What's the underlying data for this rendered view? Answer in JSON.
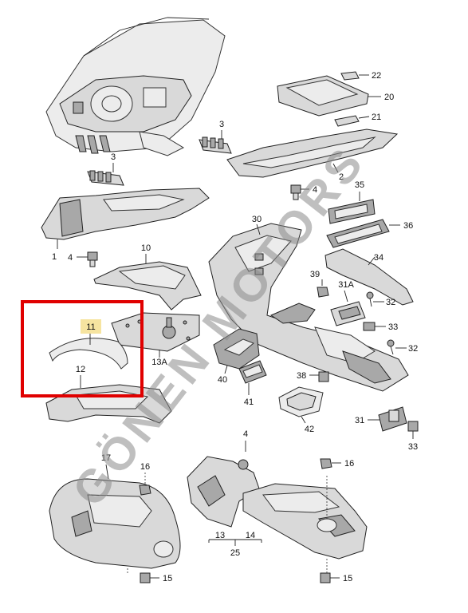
{
  "watermark": "GÖNEN MOTORS",
  "highlight": {
    "color": "#e00000",
    "label_bg": "#f6e4a0"
  },
  "callouts": {
    "c1": "1",
    "c2": "2",
    "c3a": "3",
    "c3b": "3",
    "c4a": "4",
    "c4b": "4",
    "c4c": "4",
    "c10": "10",
    "c11": "11",
    "c12": "12",
    "c13": "13",
    "c13a": "13A",
    "c14": "14",
    "c15a": "15",
    "c15b": "15",
    "c16a": "16",
    "c16b": "16",
    "c17": "17",
    "c20": "20",
    "c21": "21",
    "c22": "22",
    "c25": "25",
    "c30": "30",
    "c31": "31",
    "c31a": "31A",
    "c32a": "32",
    "c32b": "32",
    "c33a": "33",
    "c33b": "33",
    "c34": "34",
    "c35": "35",
    "c36": "36",
    "c38": "38",
    "c39": "39",
    "c40": "40",
    "c41": "41",
    "c42": "42"
  }
}
